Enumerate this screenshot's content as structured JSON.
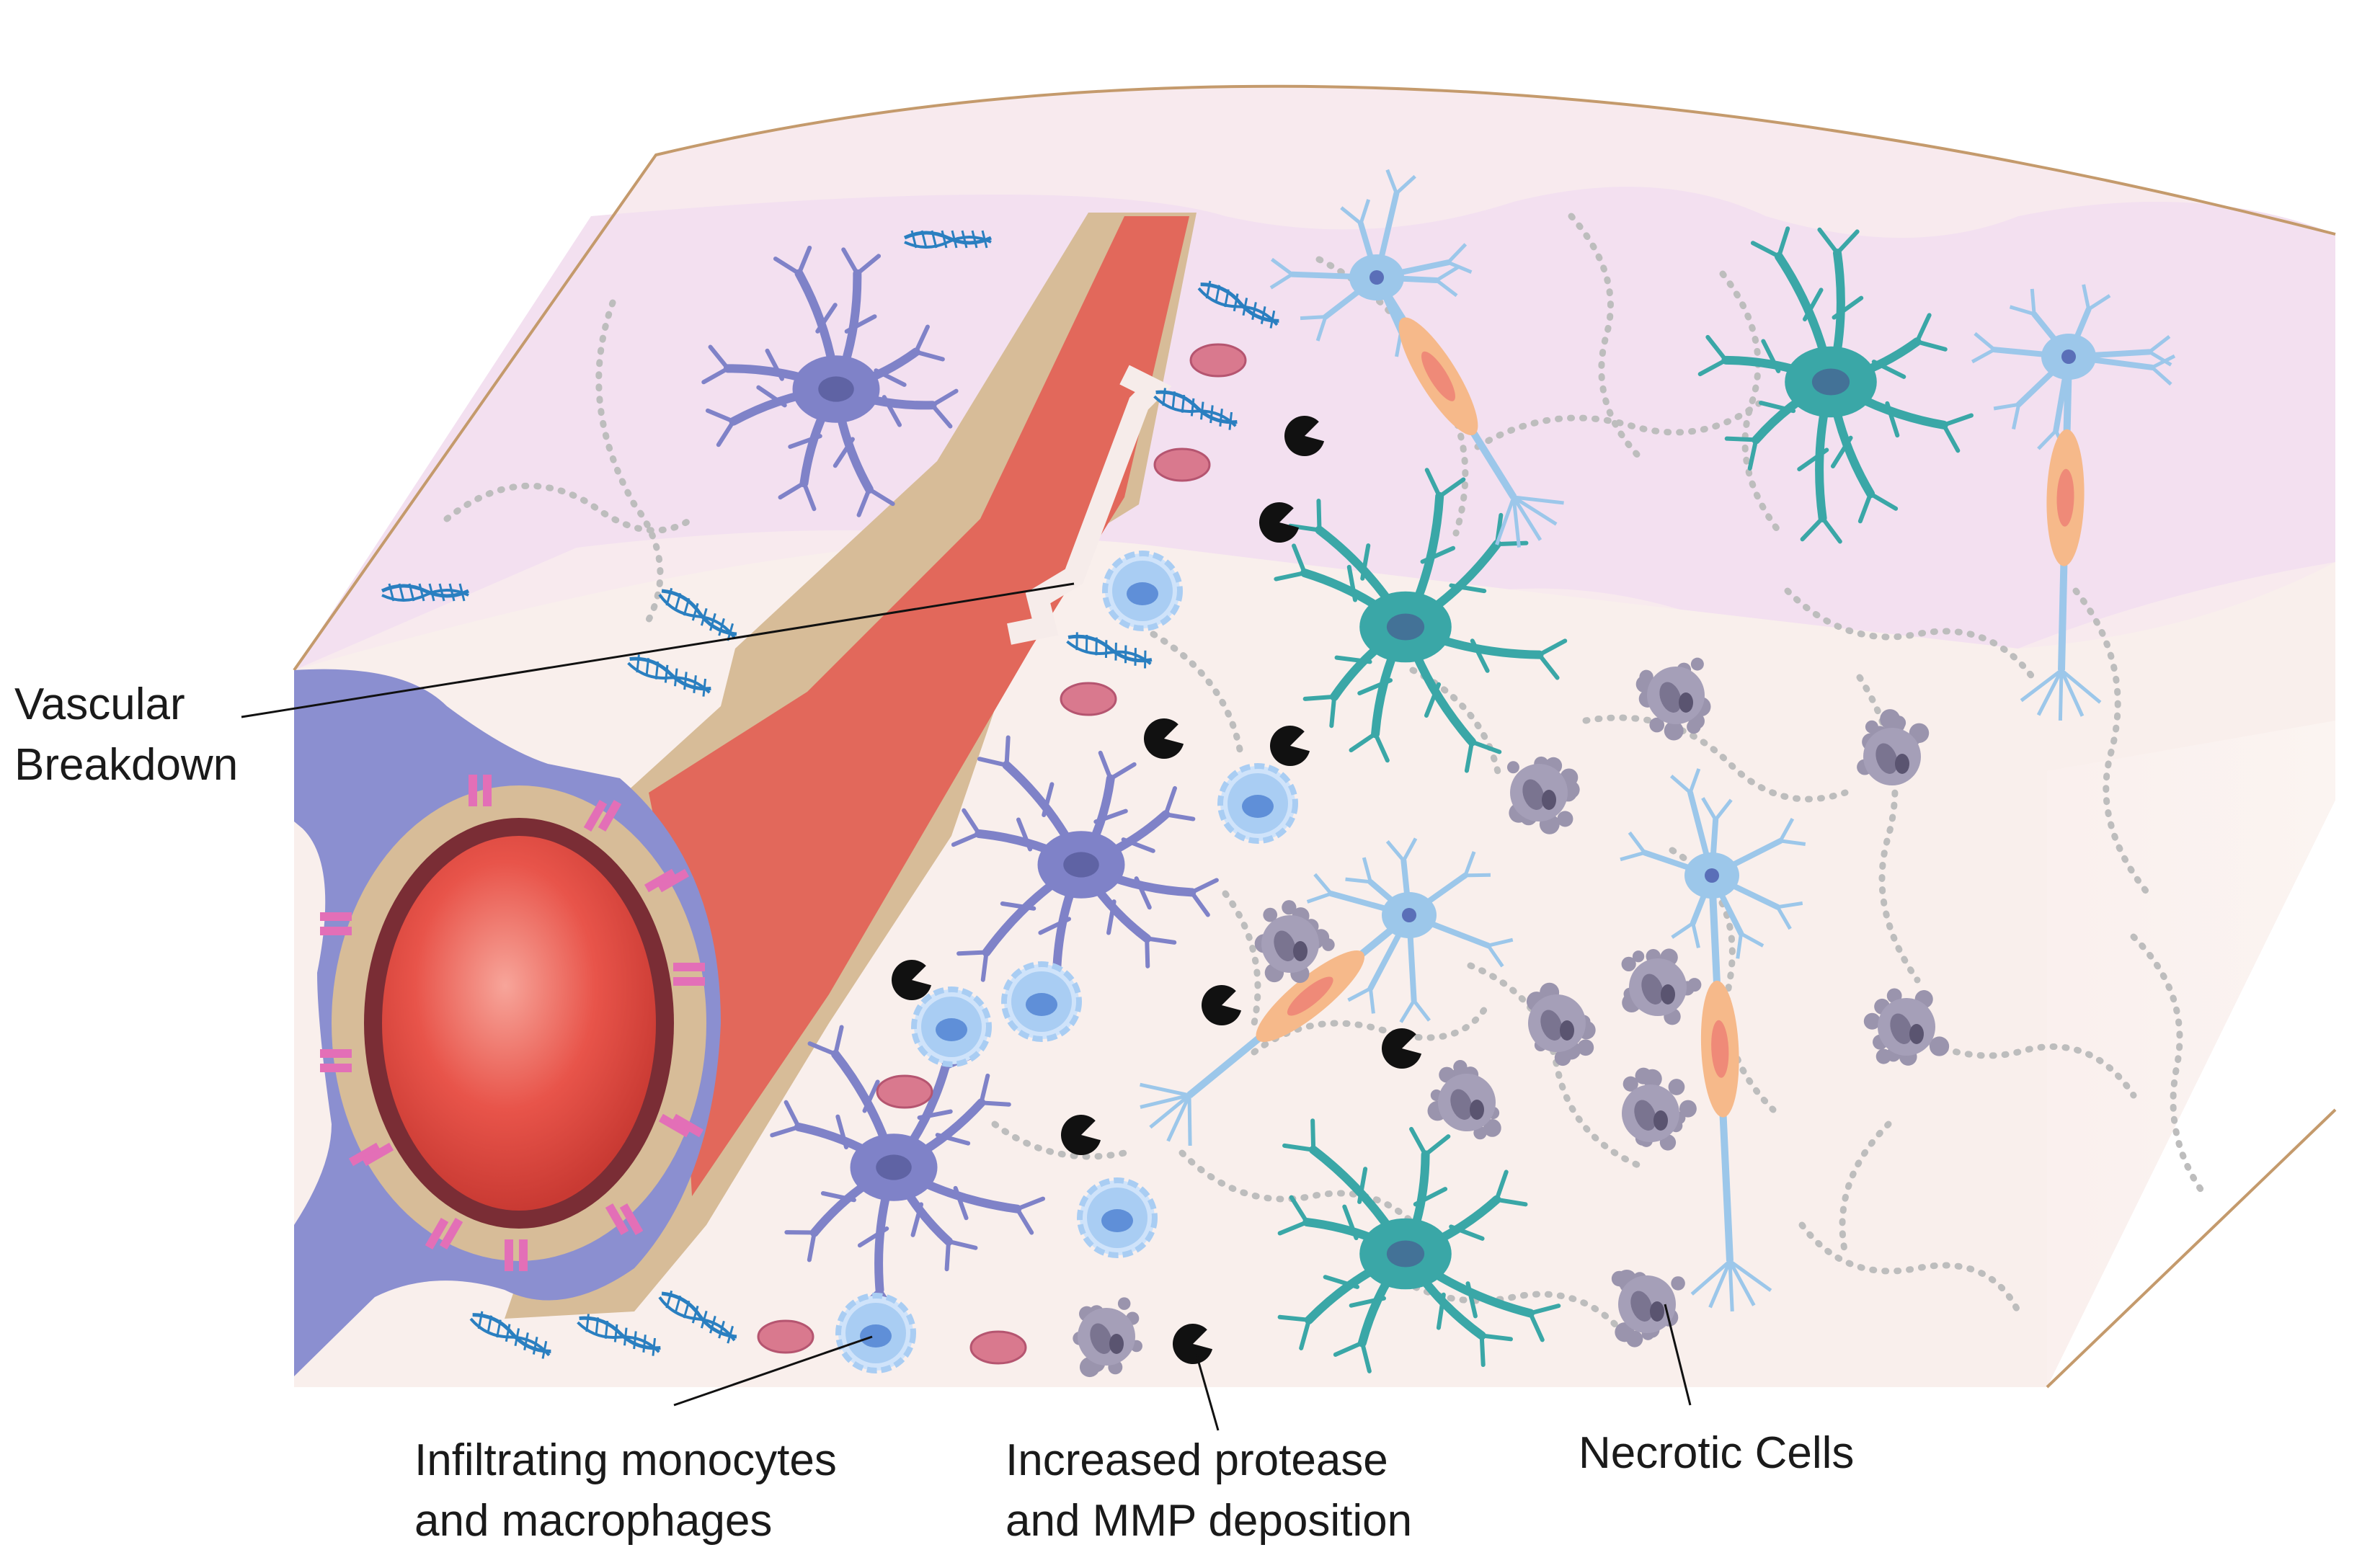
{
  "labels": {
    "vascular_line1": "Vascular",
    "vascular_line2": "Breakdown",
    "monocytes_line1": "Infiltrating monocytes",
    "monocytes_line2": "and macrophages",
    "protease_line1": "Increased protease",
    "protease_line2": "and MMP deposition",
    "necrotic": "Necrotic Cells"
  },
  "colors": {
    "tissue_back": "#f6e6f1",
    "tissue_front": "#f9eeec",
    "tissue_side": "#fbf1ef",
    "tissue_outline": "#c49a6c",
    "vessel_lumen": "#e8675a",
    "vessel_wall": "#d7bc98",
    "astrocyte_endfeet": "#8b8fd0",
    "astrocyte": "#7f82c8",
    "microglia_teal": "#3aa7a7",
    "neuron": "#9cc7ea",
    "oligodendrocyte": "#f6b98a",
    "monocyte": "#a9cdf3",
    "necrotic_cell": "#7a7490",
    "protease": "#111111",
    "fibrin": "#2a7fc0",
    "red_blood_cell": "#d9798e"
  }
}
